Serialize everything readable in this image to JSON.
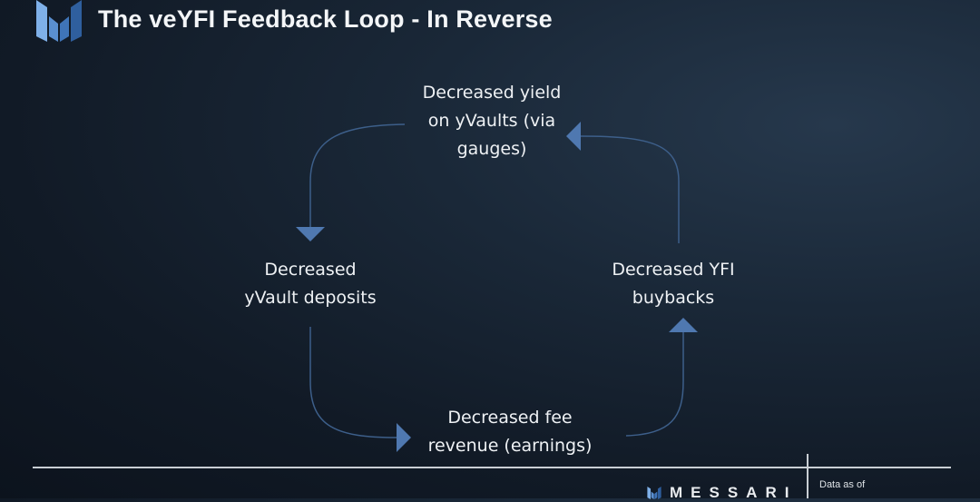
{
  "header": {
    "title": "The veYFI Feedback Loop - In Reverse",
    "logo_icon": "messari-logo-icon"
  },
  "diagram": {
    "nodes": [
      {
        "id": "top",
        "lines": [
          "Decreased yield",
          "on yVaults (via",
          "gauges)"
        ]
      },
      {
        "id": "left",
        "lines": [
          "Decreased",
          "yVault deposits"
        ]
      },
      {
        "id": "right",
        "lines": [
          "Decreased YFI",
          "buybacks"
        ]
      },
      {
        "id": "bottom",
        "lines": [
          "Decreased fee",
          "revenue (earnings)"
        ]
      }
    ],
    "edges": [
      [
        "top",
        "left"
      ],
      [
        "left",
        "bottom"
      ],
      [
        "bottom",
        "right"
      ],
      [
        "right",
        "top"
      ]
    ]
  },
  "footer": {
    "brand": "MESSARI",
    "data_as_of": "Data as of"
  },
  "colors": {
    "arrow_line": "#3d5f8a",
    "arrow_head": "#4f78b0",
    "logo_blue": "#5a8fd0"
  }
}
